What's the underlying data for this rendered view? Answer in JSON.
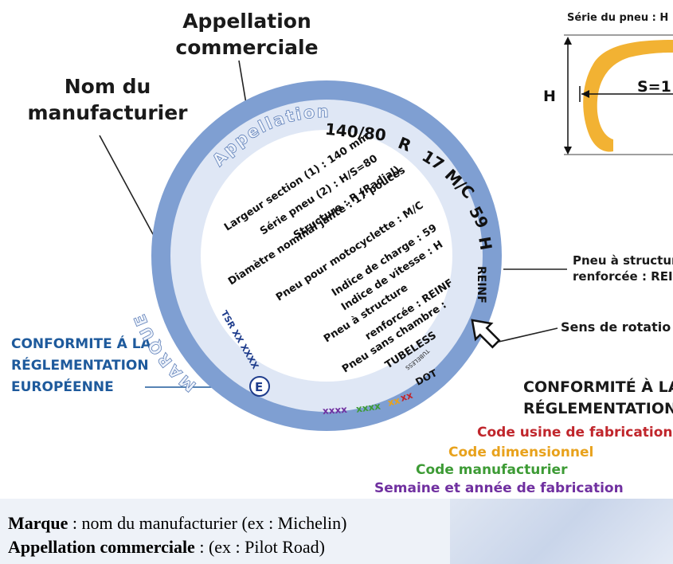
{
  "callouts": {
    "appellation_title": [
      "Appellation",
      "commerciale"
    ],
    "manufacturer_title": [
      "Nom du",
      "manufacturier"
    ],
    "serie_header": "Série du pneu : H",
    "h_label": "H",
    "s_label": "S=1",
    "renforcee": [
      "Pneu à structure",
      "renforcée : REI"
    ],
    "rotation": "Sens de rotatio",
    "conformite_eu": [
      "CONFORMITE Á LA",
      "RÉGLEMENTATION",
      "EUROPÉENNE"
    ],
    "conformite_dot": [
      "CONFORMITÉ À LA",
      "RÉGLEMENTATION"
    ]
  },
  "tire": {
    "appellation_arc": "Appellation",
    "marque_arc": "MARQUE",
    "size_arc": [
      "140/80",
      "R",
      "17",
      "M/C",
      "59",
      "H"
    ],
    "reinf": "REINF",
    "tubeless": "TUBELESS",
    "tsr": "TSR  XX  XXXX",
    "e_mark": "E",
    "dot": "DOT",
    "dot_codes": [
      {
        "text": "xxxx",
        "color": "#7030a0"
      },
      {
        "text": "xxxx",
        "color": "#3d9b35"
      },
      {
        "text": "xx",
        "color": "#e8a21c"
      },
      {
        "text": "xx",
        "color": "#c0262c"
      }
    ],
    "spec_lines": [
      "Largeur section (1) : 140 mm",
      "Série pneu (2) : H/S=80",
      "Structure : R (Radial)",
      "Diamètre nominal jante : 17 pouces",
      "Pneu pour motocyclette : M/C",
      "Indice de charge : 59",
      "Indice de vitesse : H",
      "Pneu à structure",
      "renforcée : REINF",
      "Pneu sans chambre :",
      "TUBELESS"
    ]
  },
  "legend": [
    {
      "text": "Code usine de fabrication",
      "color": "#c0262c"
    },
    {
      "text": "Code dimensionnel",
      "color": "#e8a21c"
    },
    {
      "text": "Code manufacturier",
      "color": "#3d9b35"
    },
    {
      "text": "Semaine et année de fabrication",
      "color": "#7030a0"
    }
  ],
  "footer": [
    {
      "term": "Marque",
      "desc": " : nom du manufacturier (ex : Michelin)"
    },
    {
      "term": "Appellation commerciale",
      "desc": " : (ex : Pilot Road)"
    }
  ],
  "colors": {
    "tire_outer": "#7f9fd2",
    "tire_inner": "#dfe7f5",
    "profile": "#f2b233",
    "blue_text": "#1e5a9c"
  }
}
